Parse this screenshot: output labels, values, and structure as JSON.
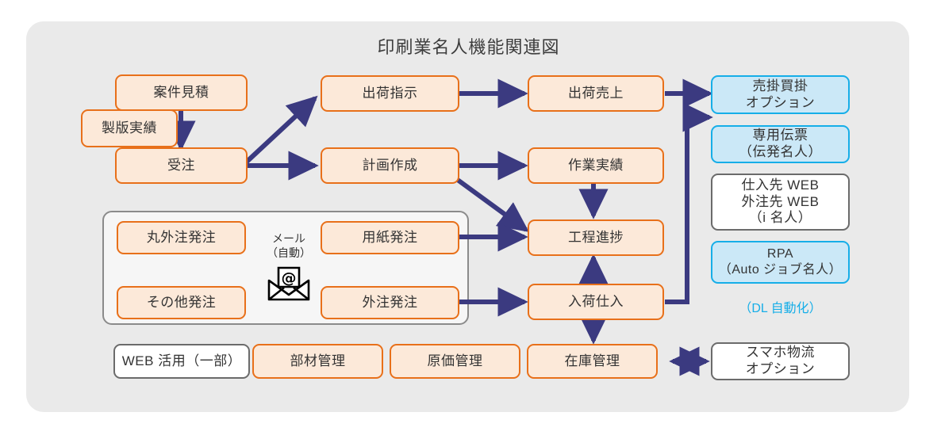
{
  "title": "印刷業名人機能関連図",
  "panel": {
    "background": "#eaeaea"
  },
  "colors": {
    "orange_border": "#e8701a",
    "orange_fill": "#fce9d9",
    "blue_border": "#16aee8",
    "blue_fill": "#cbe8f7",
    "gray_border": "#6b6b6b",
    "white_fill": "#ffffff",
    "arrow": "#3b3a80",
    "dl_text": "#16aee8"
  },
  "nodes": {
    "anken_mitsumori": {
      "label": "案件見積",
      "style": "orange"
    },
    "seihan_jisseki": {
      "label": "製版実績",
      "style": "orange"
    },
    "juchu": {
      "label": "受注",
      "style": "orange"
    },
    "shukka_shiji": {
      "label": "出荷指示",
      "style": "orange"
    },
    "keikaku_sakusei": {
      "label": "計画作成",
      "style": "orange"
    },
    "shukka_uriage": {
      "label": "出荷売上",
      "style": "orange"
    },
    "sagyo_jisseki": {
      "label": "作業実績",
      "style": "orange"
    },
    "koutei_shinchoku": {
      "label": "工程進捗",
      "style": "orange"
    },
    "nyuka_shiire": {
      "label": "入荷仕入",
      "style": "orange"
    },
    "maru_gaichu_hacchu": {
      "label": "丸外注発注",
      "style": "orange"
    },
    "sonota_hacchu": {
      "label": "その他発注",
      "style": "orange"
    },
    "youshi_hacchu": {
      "label": "用紙発注",
      "style": "orange"
    },
    "gaichu_hacchu": {
      "label": "外注発注",
      "style": "orange"
    },
    "web_katsuyo": {
      "label": "WEB 活用（一部）",
      "style": "white"
    },
    "buzai_kanri": {
      "label": "部材管理",
      "style": "orange"
    },
    "genka_kanri": {
      "label": "原価管理",
      "style": "orange"
    },
    "zaiko_kanri": {
      "label": "在庫管理",
      "style": "orange"
    },
    "urikake_kaikake": {
      "label": "売掛買掛\nオプション",
      "style": "blue"
    },
    "senyou_denpyou": {
      "label": "専用伝票\n（伝発名人）",
      "style": "blue"
    },
    "shiiresaki_web": {
      "label": "仕入先 WEB\n外注先 WEB\n（i 名人）",
      "style": "white"
    },
    "rpa": {
      "label": "RPA\n（Auto ジョブ名人）",
      "style": "blue"
    }
  },
  "labels": {
    "mail": "メール\n（自動）",
    "mail_icon": "mail-at-envelope-icon",
    "dl_auto": "（DL 自動化）"
  },
  "smaho": {
    "label": "スマホ物流\nオプション",
    "style": "white"
  }
}
